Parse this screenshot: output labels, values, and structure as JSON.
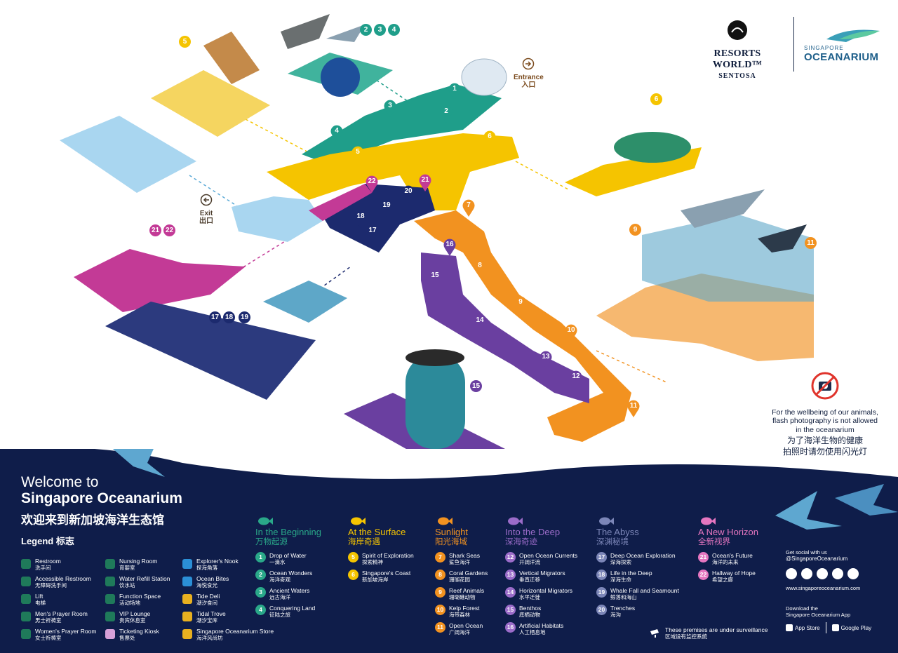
{
  "brand": {
    "resorts_world_line1": "RESORTS WORLD™",
    "resorts_world_line2": "SENTOSA",
    "oceanarium_line1": "SINGAPORE",
    "oceanarium_line2": "OCEANARIUM"
  },
  "map": {
    "entrance_en": "Entrance",
    "entrance_zh": "入口",
    "exit_en": "Exit",
    "exit_zh": "出口",
    "pins": [
      {
        "label": "1",
        "color": "#1f9e8a"
      },
      {
        "label": "2",
        "color": "#1f9e8a"
      },
      {
        "label": "3",
        "color": "#1f9e8a"
      },
      {
        "label": "4",
        "color": "#1f9e8a"
      },
      {
        "label": "5",
        "color": "#f5c400"
      },
      {
        "label": "6",
        "color": "#f5c400"
      },
      {
        "label": "7",
        "color": "#f29220"
      },
      {
        "label": "8",
        "color": "#f29220"
      },
      {
        "label": "9",
        "color": "#f29220"
      },
      {
        "label": "10",
        "color": "#f29220"
      },
      {
        "label": "11",
        "color": "#f29220"
      },
      {
        "label": "12",
        "color": "#6a3fa0"
      },
      {
        "label": "13",
        "color": "#6a3fa0"
      },
      {
        "label": "14",
        "color": "#6a3fa0"
      },
      {
        "label": "15",
        "color": "#6a3fa0"
      },
      {
        "label": "16",
        "color": "#6a3fa0"
      },
      {
        "label": "17",
        "color": "#1c2a6e"
      },
      {
        "label": "18",
        "color": "#1c2a6e"
      },
      {
        "label": "19",
        "color": "#1c2a6e"
      },
      {
        "label": "20",
        "color": "#1c2a6e"
      },
      {
        "label": "21",
        "color": "#c33a96"
      },
      {
        "label": "22",
        "color": "#c33a96"
      }
    ],
    "badges": [
      {
        "label": "2"
      },
      {
        "label": "3"
      },
      {
        "label": "4"
      },
      {
        "label": "5"
      },
      {
        "label": "6"
      },
      {
        "label": "9"
      },
      {
        "label": "11"
      },
      {
        "label": "21"
      },
      {
        "label": "22"
      },
      {
        "label": "17"
      },
      {
        "label": "18"
      },
      {
        "label": "19"
      },
      {
        "label": "15"
      }
    ]
  },
  "notice": {
    "en_line1": "For the wellbeing of our animals,",
    "en_line2": "flash photography is not allowed",
    "en_line3": "in the oceanarium",
    "zh_line1": "为了海洋生物的健康",
    "zh_line2": "拍照时请勿使用闪光灯"
  },
  "welcome": {
    "line1": "Welcome to",
    "line2": "Singapore Oceanarium",
    "line3": "欢迎来到新加坡海洋生态馆"
  },
  "legend": {
    "title": "Legend 标志",
    "facilities": [
      {
        "en": "Restroom",
        "zh": "洗手间"
      },
      {
        "en": "Accessible Restroom",
        "zh": "无障碍洗手间"
      },
      {
        "en": "Lift",
        "zh": "电梯"
      },
      {
        "en": "Men's Prayer Room",
        "zh": "男士祈祷室"
      },
      {
        "en": "Women's Prayer Room",
        "zh": "女士祈祷室"
      },
      {
        "en": "Nursing Room",
        "zh": "育婴室"
      },
      {
        "en": "Water Refill Station",
        "zh": "饮水站"
      },
      {
        "en": "Function Space",
        "zh": "活动场地"
      },
      {
        "en": "VIP Lounge",
        "zh": "贵宾休息室"
      },
      {
        "en": "Ticketing Kiosk",
        "zh": "售票处"
      },
      {
        "en": "Explorer's Nook",
        "zh": "探海角落"
      },
      {
        "en": "Ocean Bites",
        "zh": "海悦食光"
      },
      {
        "en": "Tide Deli",
        "zh": "潮汐食间"
      },
      {
        "en": "Tidal Trove",
        "zh": "潮汐宝库"
      },
      {
        "en": "Singapore Oceanarium Store",
        "zh": "海洋风尚坊"
      }
    ],
    "zones": [
      {
        "name": "In the Beginning",
        "name_zh": "万物起源",
        "color": "#2aa889",
        "exhibits": [
          {
            "num": "1",
            "en": "Drop of Water",
            "zh": "一滴水"
          },
          {
            "num": "2",
            "en": "Ocean Wonders",
            "zh": "海洋奇观"
          },
          {
            "num": "3",
            "en": "Ancient Waters",
            "zh": "远古海洋"
          },
          {
            "num": "4",
            "en": "Conquering Land",
            "zh": "征陆之旅"
          }
        ]
      },
      {
        "name": "At the Surface",
        "name_zh": "海岸奇遇",
        "color": "#f5c400",
        "exhibits": [
          {
            "num": "5",
            "en": "Spirit of Exploration",
            "zh": "探索精神"
          },
          {
            "num": "6",
            "en": "Singapore's Coast",
            "zh": "新加坡海岸"
          }
        ]
      },
      {
        "name": "Sunlight",
        "name_zh": "阳光海域",
        "color": "#f29220",
        "exhibits": [
          {
            "num": "7",
            "en": "Shark Seas",
            "zh": "鲨鱼海洋"
          },
          {
            "num": "8",
            "en": "Coral Gardens",
            "zh": "珊瑚花园"
          },
          {
            "num": "9",
            "en": "Reef Animals",
            "zh": "珊瑚礁动物"
          },
          {
            "num": "10",
            "en": "Kelp Forest",
            "zh": "海带森林"
          },
          {
            "num": "11",
            "en": "Open Ocean",
            "zh": "广阔海洋"
          }
        ]
      },
      {
        "name": "Into the Deep",
        "name_zh": "深海奇迹",
        "color": "#9b6cc9",
        "exhibits": [
          {
            "num": "12",
            "en": "Open Ocean Currents",
            "zh": "开阔洋流"
          },
          {
            "num": "13",
            "en": "Vertical Migrators",
            "zh": "垂直迁移"
          },
          {
            "num": "14",
            "en": "Horizontal Migrators",
            "zh": "水平迁徙"
          },
          {
            "num": "15",
            "en": "Benthos",
            "zh": "底栖动物"
          },
          {
            "num": "16",
            "en": "Artificial Habitats",
            "zh": "人工栖息地"
          }
        ]
      },
      {
        "name": "The Abyss",
        "name_zh": "深渊秘境",
        "color": "#7c86b8",
        "exhibits": [
          {
            "num": "17",
            "en": "Deep Ocean Exploration",
            "zh": "深海探索"
          },
          {
            "num": "18",
            "en": "Life in the Deep",
            "zh": "深海生命"
          },
          {
            "num": "19",
            "en": "Whale Fall and Seamount",
            "zh": "鲸落和海山"
          },
          {
            "num": "20",
            "en": "Trenches",
            "zh": "海沟"
          }
        ]
      },
      {
        "name": "A New Horizon",
        "name_zh": "全新视界",
        "color": "#e676c0",
        "exhibits": [
          {
            "num": "21",
            "en": "Ocean's Future",
            "zh": "海洋的未来"
          },
          {
            "num": "22",
            "en": "Hallway of Hope",
            "zh": "希望之廊"
          }
        ]
      }
    ]
  },
  "social": {
    "line1": "Get social with us",
    "handle": "@SingaporeOceanarium",
    "website": "www.singaporeoceanarium.com",
    "download_line1": "Download the",
    "download_line2": "Singapore Oceanarium App",
    "app_store": "App Store",
    "google_play": "Google Play"
  },
  "surveillance": {
    "en": "These premises are under surveillance",
    "zh": "区域设有监控系统"
  },
  "icons": {
    "entrance": "entrance-arrow-icon",
    "exit": "exit-arrow-icon",
    "no_flash": "no-flash-photography-icon",
    "camera": "cctv-camera-icon"
  }
}
